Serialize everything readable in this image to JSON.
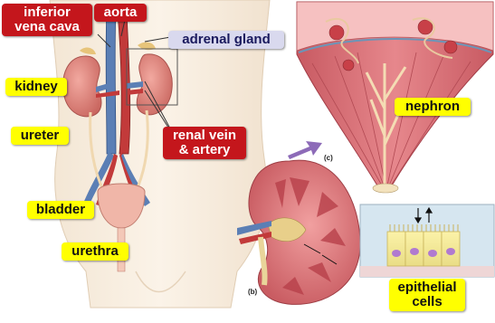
{
  "labels": {
    "inferior_vena_cava": "inferior\nvena cava",
    "aorta": "aorta",
    "adrenal_gland": "adrenal gland",
    "kidney": "kidney",
    "ureter": "ureter",
    "renal_vein_artery": "renal vein\n& artery",
    "bladder": "bladder",
    "urethra": "urethra",
    "nephron": "nephron",
    "epithelial_cells": "epithelial\ncells"
  },
  "panel_tags": {
    "b": "(b)",
    "c": "(c)"
  },
  "colors": {
    "label_red": "#c4161c",
    "label_yellow": "#ffff00",
    "label_lavender": "#d9d9ee"
  }
}
